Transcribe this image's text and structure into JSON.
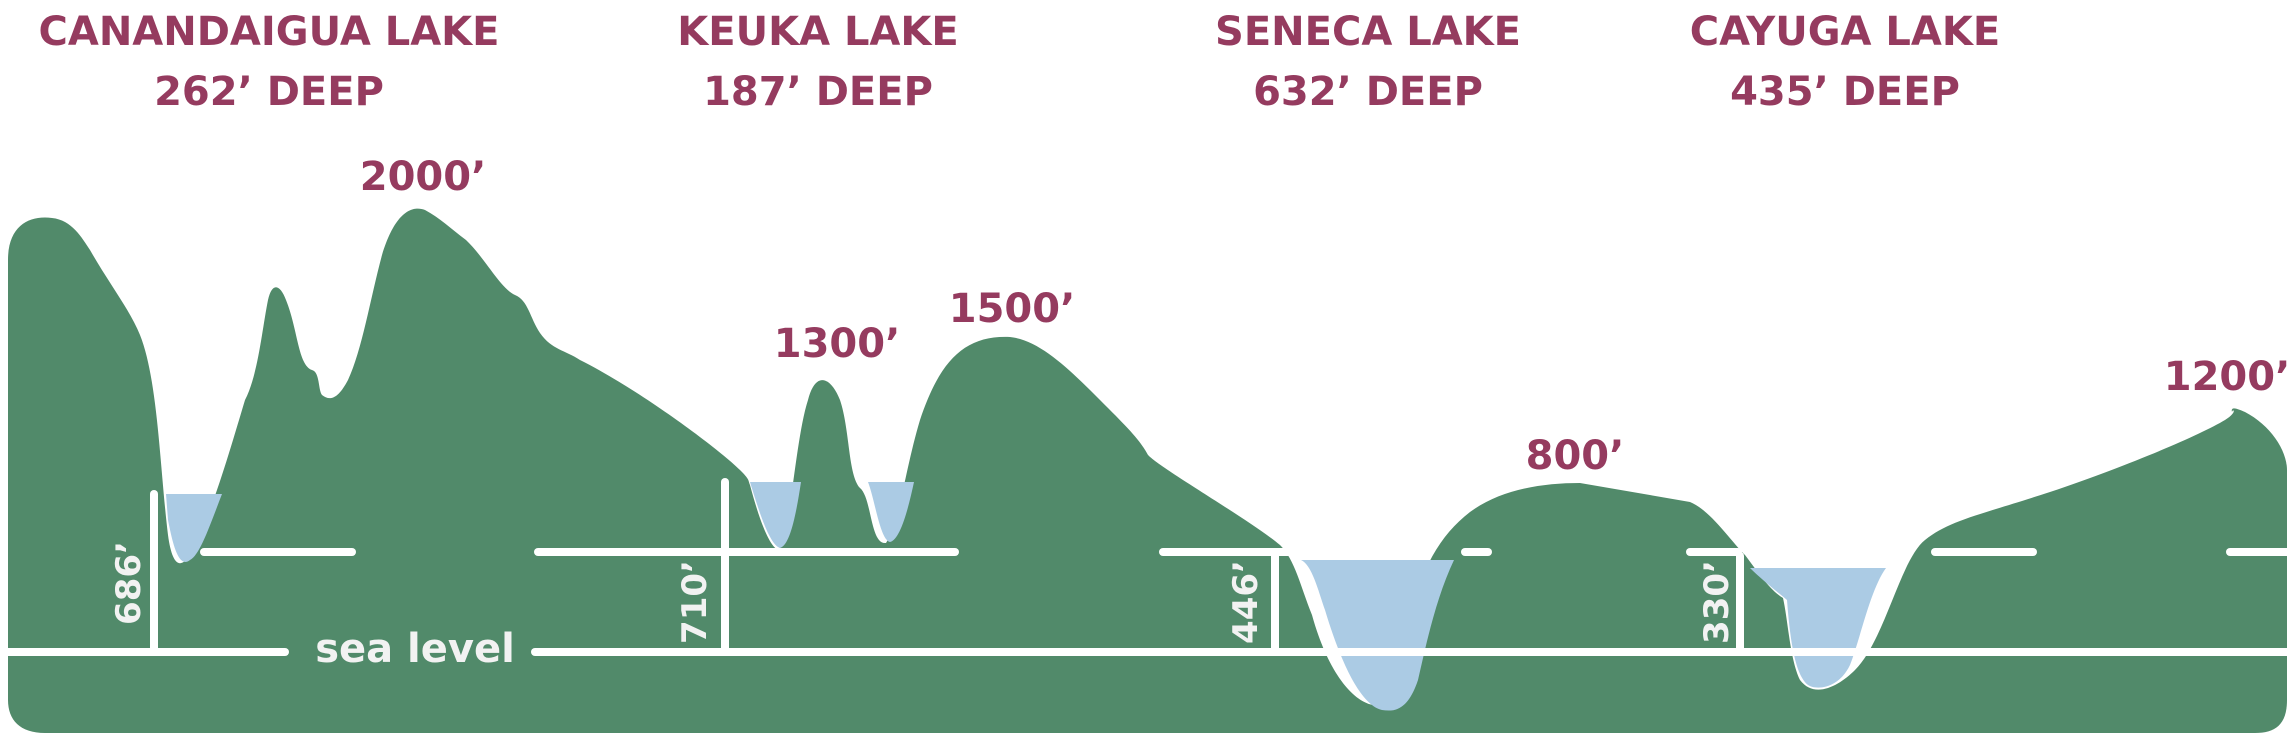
{
  "diagram": {
    "colors": {
      "land": "#518a6a",
      "water": "#abcbe4",
      "label": "#953b5f",
      "line": "#ffffff"
    },
    "lakes": [
      {
        "name": "CANANDAIGUA LAKE",
        "depth_label": "262’ DEEP",
        "surface_elevation_label": "686’"
      },
      {
        "name": "KEUKA LAKE",
        "depth_label": "187’ DEEP",
        "surface_elevation_label": "710’"
      },
      {
        "name": "SENECA LAKE",
        "depth_label": "632’ DEEP",
        "surface_elevation_label": "446’"
      },
      {
        "name": "CAYUGA LAKE",
        "depth_label": "435’ DEEP",
        "surface_elevation_label": "330’"
      }
    ],
    "peaks": [
      {
        "label": "2000’"
      },
      {
        "label": "1300’"
      },
      {
        "label": "1500’"
      },
      {
        "label": "800’"
      },
      {
        "label": "1200’"
      }
    ],
    "sea_level_label": "sea level"
  }
}
